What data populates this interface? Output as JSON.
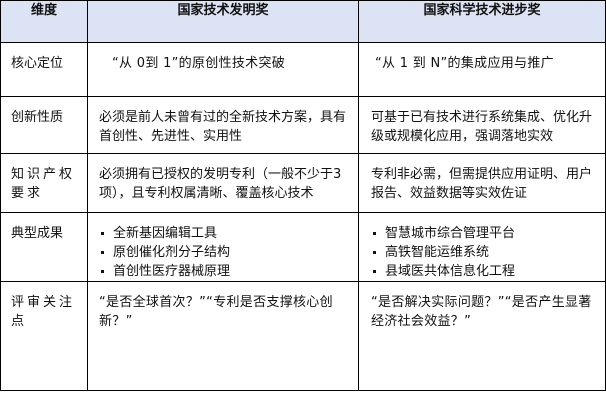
{
  "table": {
    "headers": [
      "维度",
      "国家技术发明奖",
      "国家科学技术进步奖"
    ],
    "rows": [
      {
        "dimension": "核心定位",
        "invention": "“从 0到 1”的原创性技术突破",
        "progress": "“从 1 到 N”的集成应用与推广"
      },
      {
        "dimension": "创新性质",
        "invention": "必须是前人未曾有过的全新技术方案，具有首创性、先进性、实用性",
        "progress": "可基于已有技术进行系统集成、优化升级或规模化应用，强调落地实效"
      },
      {
        "dimension": "知识产权要求",
        "invention": "必须拥有已授权的发明专利（一般不少于3项），且专利权属清晰、覆盖核心技术",
        "progress": "专利非必需，但需提供应用证明、用户报告、效益数据等实效佐证"
      },
      {
        "dimension": "典型成果",
        "invention_items": [
          "全新基因编辑工具",
          "原创催化剂分子结构",
          "首创性医疗器械原理"
        ],
        "progress_items": [
          "智慧城市综合管理平台",
          "高铁智能运维系统",
          "县域医共体信息化工程"
        ]
      },
      {
        "dimension": "评审关注点",
        "invention": "“是否全球首次？”“专利是否支撑核心创新？”",
        "progress": "“是否解决实际问题？”“是否产生显著经济社会效益？”"
      }
    ]
  },
  "colors": {
    "header_bg": "#dbe3f4",
    "border": "#000000"
  }
}
